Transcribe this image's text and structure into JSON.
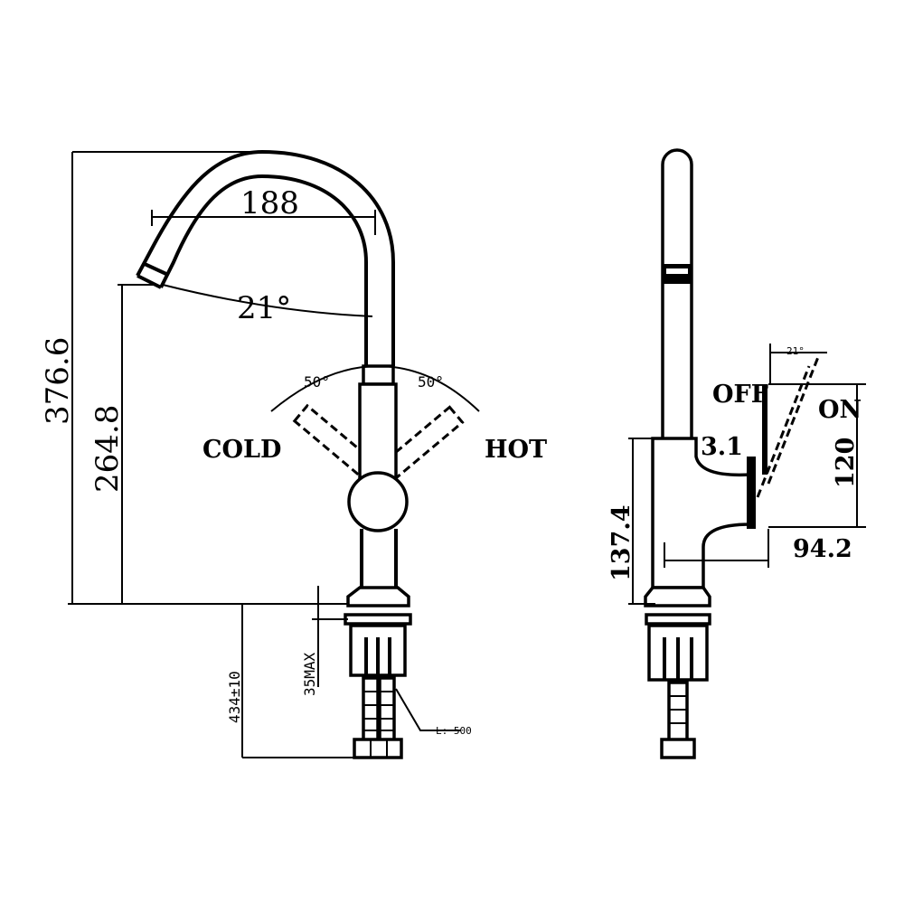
{
  "front_view": {
    "dim_spout_reach": "188",
    "dim_spout_angle": "21°",
    "dim_total_height": "376.6",
    "dim_spout_height": "264.8",
    "handle_angle_left": "50°",
    "handle_angle_right": "50°",
    "label_cold": "COLD",
    "label_hot": "HOT",
    "dim_counter_thickness": "35MAX",
    "dim_below_counter": "434±10",
    "hose_length": "L: 500"
  },
  "side_view": {
    "dim_lever_angle": "21°",
    "label_off": "OFF",
    "label_on": "ON",
    "dim_lever_gap": "3.1",
    "dim_lever_height": "120",
    "dim_body_height": "137.4",
    "dim_lever_reach": "94.2"
  }
}
